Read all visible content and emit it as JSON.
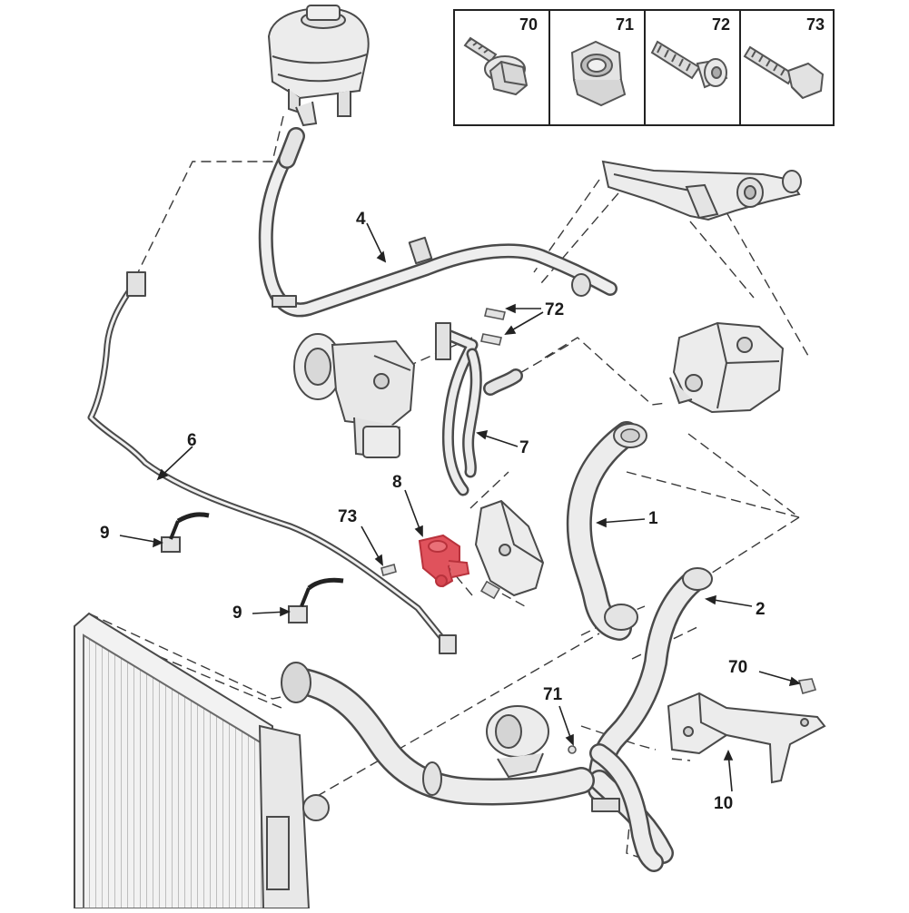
{
  "colors": {
    "outline": "#4a4a4a",
    "part_fill": "#ececec",
    "part_shade": "#d4d4d4",
    "highlight": "#e0525c",
    "highlight_dark": "#b8323c",
    "leader": "#222222",
    "dashed": "#3a3a3a"
  },
  "legend": {
    "items": [
      {
        "ref": "70",
        "part": "flange-bolt",
        "icon": "flange-bolt-icon"
      },
      {
        "ref": "71",
        "part": "hex-nut",
        "icon": "hex-nut-icon"
      },
      {
        "ref": "72",
        "part": "socket-screw",
        "icon": "socket-screw-icon"
      },
      {
        "ref": "73",
        "part": "hex-bolt",
        "icon": "hex-bolt-icon"
      }
    ]
  },
  "callouts": [
    {
      "id": "c4",
      "text": "4"
    },
    {
      "id": "c72",
      "text": "72"
    },
    {
      "id": "c7",
      "text": "7"
    },
    {
      "id": "c6",
      "text": "6"
    },
    {
      "id": "c8",
      "text": "8"
    },
    {
      "id": "c73",
      "text": "73"
    },
    {
      "id": "c1",
      "text": "1"
    },
    {
      "id": "c9a",
      "text": "9"
    },
    {
      "id": "c9b",
      "text": "9"
    },
    {
      "id": "c2",
      "text": "2"
    },
    {
      "id": "c70",
      "text": "70"
    },
    {
      "id": "c71",
      "text": "71"
    },
    {
      "id": "c10",
      "text": "10"
    }
  ],
  "highlighted_part": "8"
}
